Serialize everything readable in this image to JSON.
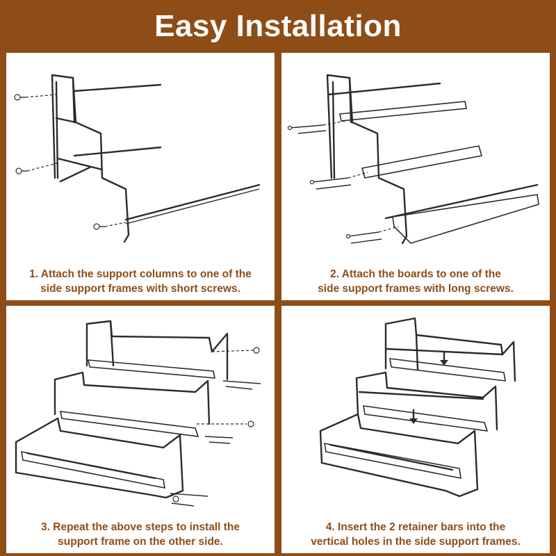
{
  "header": {
    "title": "Easy Installation"
  },
  "steps": [
    {
      "line1": "1. Attach the support columns to one of the",
      "line2": "side support frames with short screws."
    },
    {
      "line1": "2. Attach the boards to one of the",
      "line2": "side support frames with long screws."
    },
    {
      "line1": "3. Repeat the above steps to install the",
      "line2": "support frame on the other side."
    },
    {
      "line1": "4. Insert the 2 retainer bars into the",
      "line2": "vertical holes in the side support frames."
    }
  ],
  "colors": {
    "background": "#8e4d17",
    "panel": "#ffffff",
    "caption_text": "#8e4d17",
    "title_text": "#ffffff",
    "line_art": "#2b2b2b"
  }
}
